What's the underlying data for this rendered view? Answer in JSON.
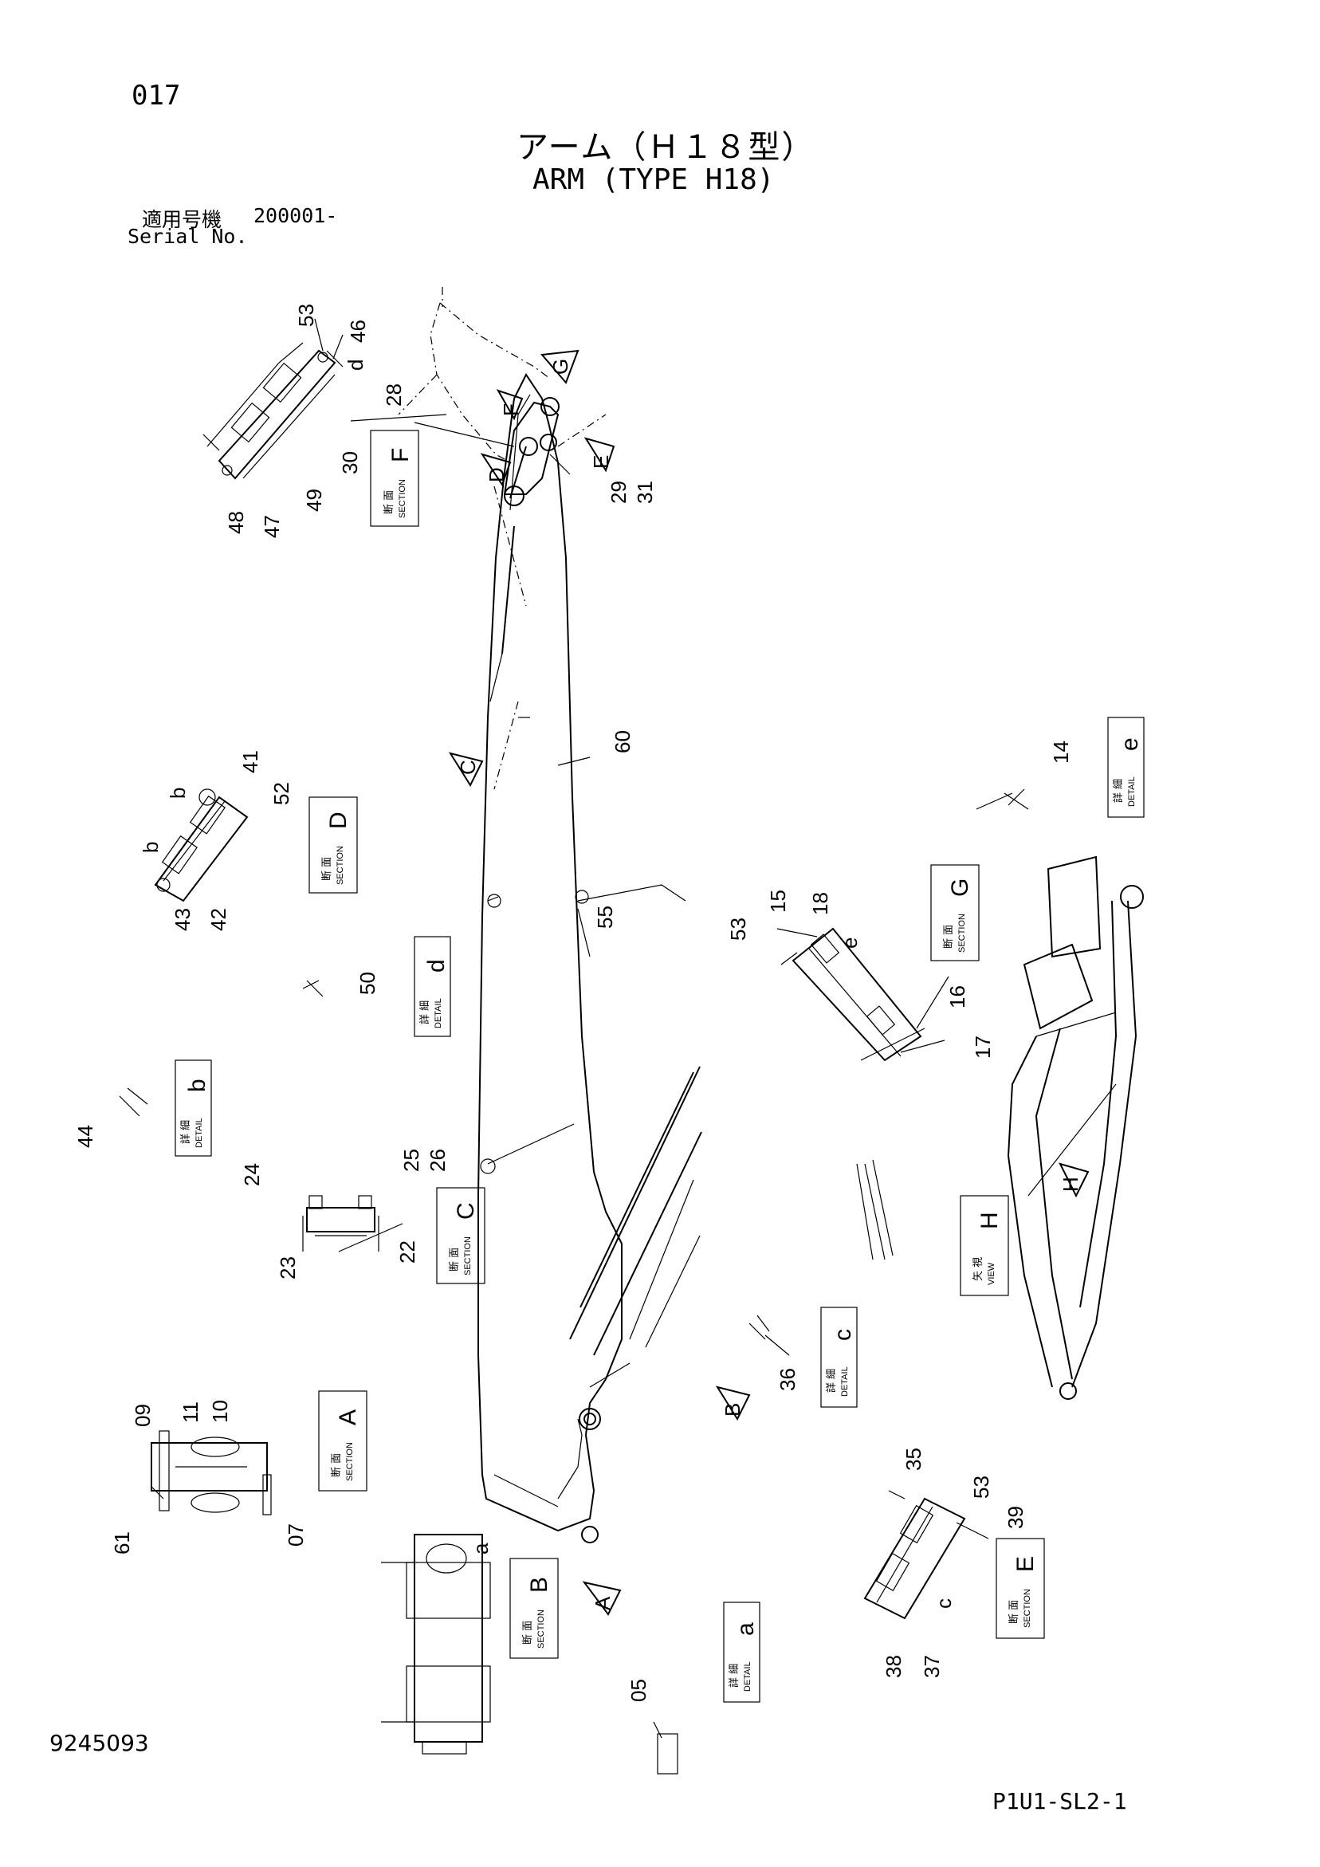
{
  "header": {
    "page_number": "017",
    "title_jp": "アーム（Ｈ１８型）",
    "title_en": "ARM (TYPE H18)",
    "serial_label_jp": "適用号機",
    "serial_value": "200001-",
    "serial_label_en": "Serial No."
  },
  "footer": {
    "document_number": "9245093",
    "sheet_code": "P1U1-SL2-1"
  },
  "view_tags": [
    {
      "jp": "断 面",
      "en": "SECTION",
      "letter": "F"
    },
    {
      "jp": "断 面",
      "en": "SECTION",
      "letter": "D"
    },
    {
      "jp": "詳 細",
      "en": "DETAIL",
      "letter": "d"
    },
    {
      "jp": "詳 細",
      "en": "DETAIL",
      "letter": "b"
    },
    {
      "jp": "断 面",
      "en": "SECTION",
      "letter": "C"
    },
    {
      "jp": "断 面",
      "en": "SECTION",
      "letter": "A"
    },
    {
      "jp": "断 面",
      "en": "SECTION",
      "letter": "B"
    },
    {
      "jp": "詳 細",
      "en": "DETAIL",
      "letter": "a"
    },
    {
      "jp": "詳 細",
      "en": "DETAIL",
      "letter": "c"
    },
    {
      "jp": "断 面",
      "en": "SECTION",
      "letter": "E"
    },
    {
      "jp": "矢 視",
      "en": "VIEW",
      "letter": "H"
    },
    {
      "jp": "断 面",
      "en": "SECTION",
      "letter": "G"
    },
    {
      "jp": "詳 細",
      "en": "DETAIL",
      "letter": "e"
    }
  ],
  "part_numbers": [
    "53",
    "46",
    "28",
    "30",
    "49",
    "48",
    "47",
    "29",
    "31",
    "41",
    "52",
    "43",
    "42",
    "50",
    "44",
    "24",
    "23",
    "25",
    "26",
    "22",
    "60",
    "55",
    "15",
    "18",
    "53",
    "16",
    "17",
    "14",
    "09",
    "11",
    "10",
    "61",
    "07",
    "36",
    "35",
    "53",
    "39",
    "38",
    "37",
    "05"
  ],
  "small_letters": [
    "d",
    "b",
    "b",
    "e",
    "a",
    "c"
  ],
  "arrow_letters": [
    "G",
    "F",
    "D",
    "E",
    "C",
    "B",
    "A",
    "H"
  ]
}
